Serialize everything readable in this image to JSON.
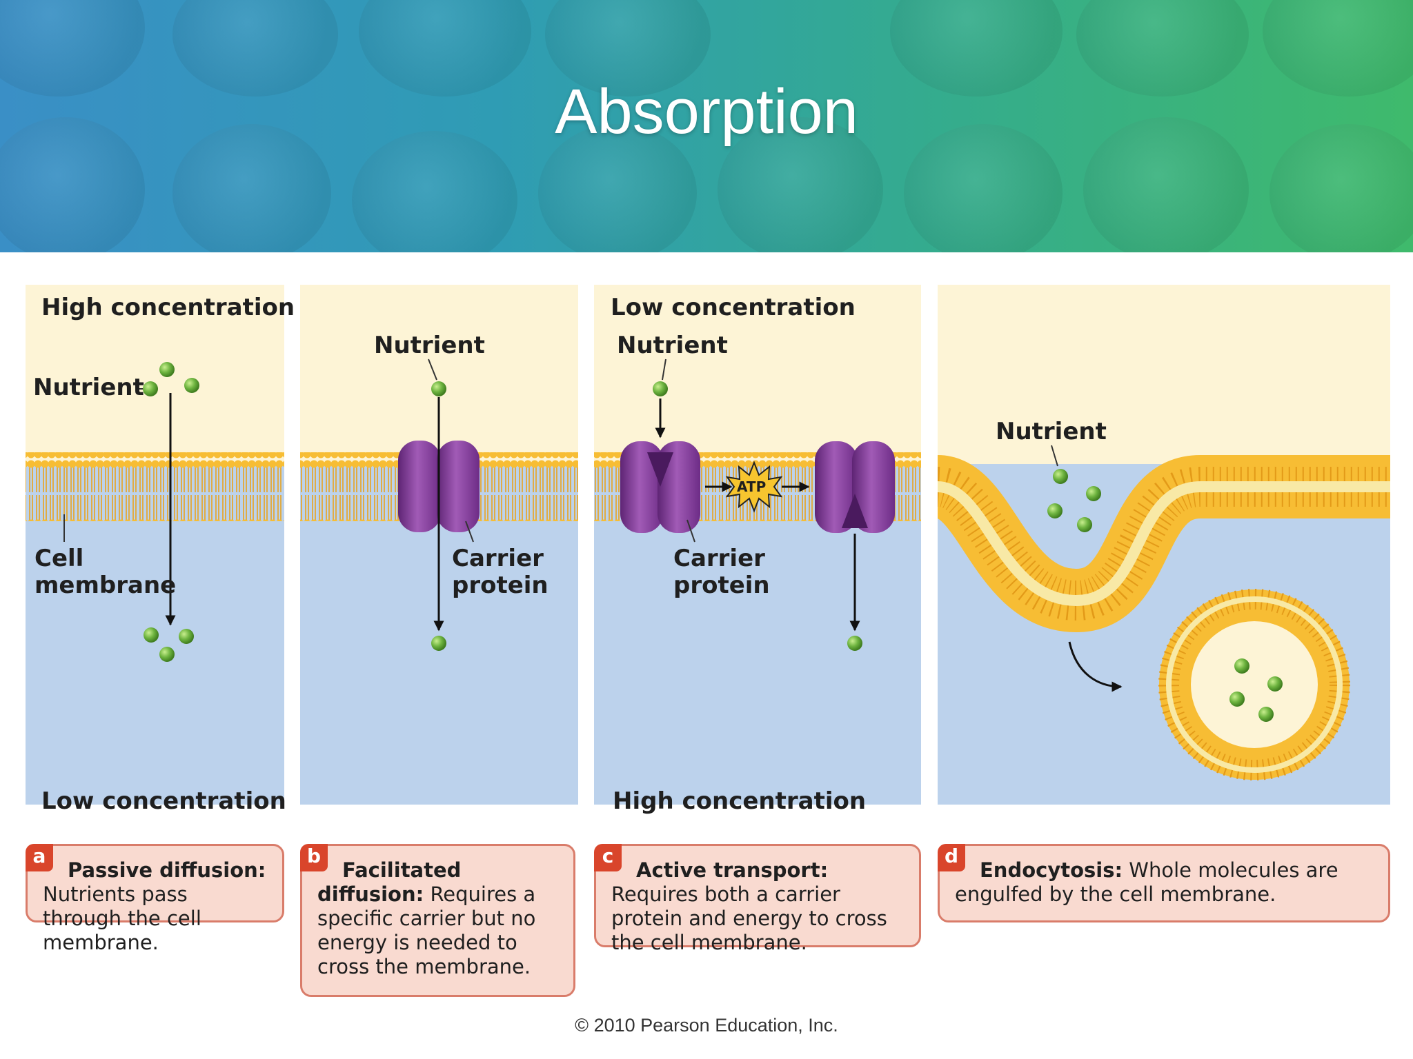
{
  "title": "Absorption",
  "labels": {
    "a_top": "High concentration",
    "a_nutrient": "Nutrient",
    "a_cell_1": "Cell",
    "a_cell_2": "membrane",
    "a_bottom": "Low concentration",
    "b_nutrient": "Nutrient",
    "b_carrier_1": "Carrier",
    "b_carrier_2": "protein",
    "c_top": "Low concentration",
    "c_nutrient": "Nutrient",
    "c_carrier_1": "Carrier",
    "c_carrier_2": "protein",
    "c_bottom": "High concentration",
    "c_atp": "ATP",
    "d_nutrient": "Nutrient"
  },
  "captions": [
    {
      "letter": "a",
      "head": "Passive diffusion:",
      "body": "Nutrients pass through the cell membrane."
    },
    {
      "letter": "b",
      "head": "Facilitated diffusion:",
      "body": "Requires a specific carrier but no energy is needed to cross the membrane."
    },
    {
      "letter": "c",
      "head": "Active transport:",
      "body": "Requires both a carrier protein and energy to cross the cell membrane."
    },
    {
      "letter": "d",
      "head": "Endocytosis:",
      "body": "Whole molecules are engulfed by the cell membrane."
    }
  ],
  "copyright": "© 2010 Pearson Education, Inc.",
  "colors": {
    "outside": "#fdf4d6",
    "inside": "#bcd2ec",
    "membrane": "#f5b93a",
    "protein": "#8a3f9e",
    "nutrient": "#6db33f",
    "caption_fill": "#f9dad0",
    "caption_border": "#d97c6a",
    "badge": "#d9452b"
  }
}
